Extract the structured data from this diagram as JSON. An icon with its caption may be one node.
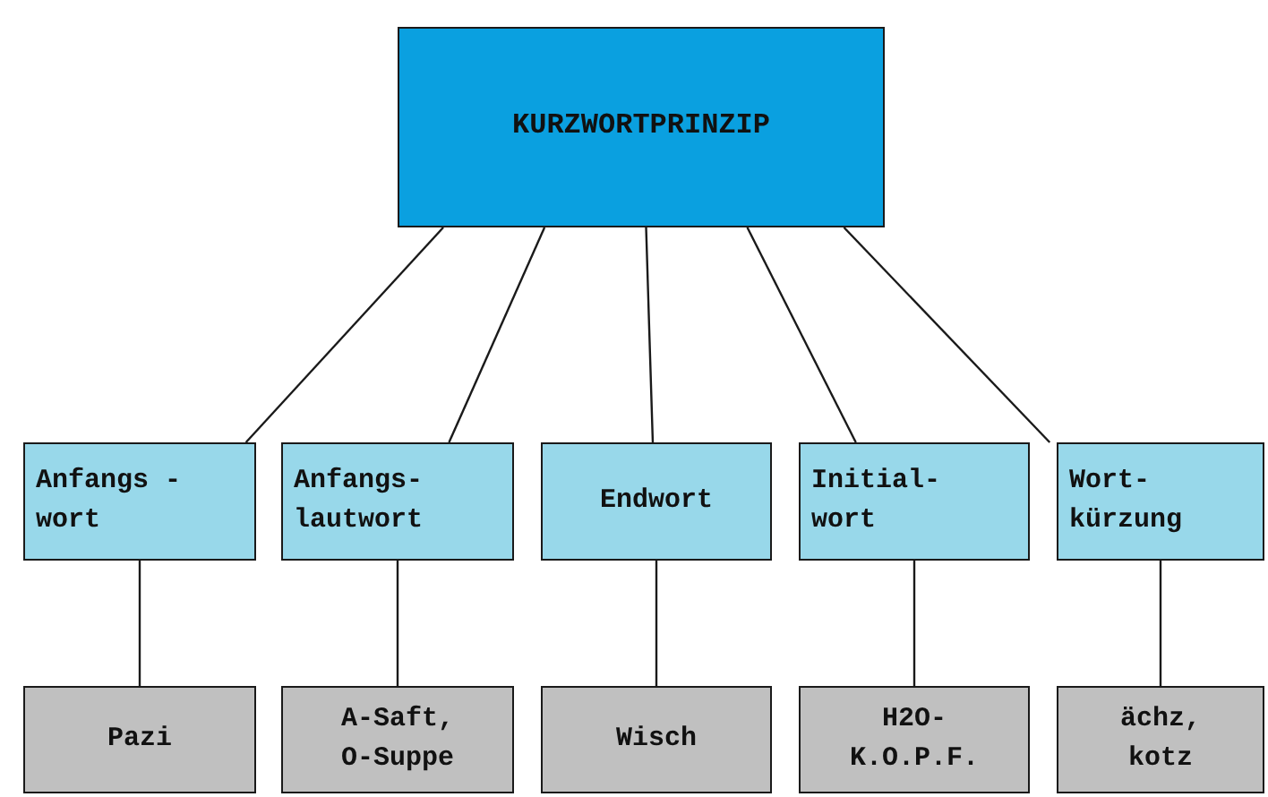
{
  "diagram": {
    "nodes": [
      {
        "text": [
          "KURZWORTPRINZIP"
        ]
      },
      {
        "text": [
          "Anfangs -wort"
        ]
      },
      {
        "text": [
          "Anfangs- lautwort"
        ]
      },
      {
        "text": [
          "Endwort"
        ]
      },
      {
        "text": [
          "Initial- wort"
        ]
      },
      {
        "text": [
          "Wort- kürzung"
        ]
      },
      {
        "text": [
          "Pazi"
        ]
      },
      {
        "text": [
          "A-Saft, O-Suppe"
        ]
      },
      {
        "text": [
          "Wisch"
        ]
      },
      {
        "text": [
          "H2O- K.O.P.F."
        ]
      },
      {
        "text": [
          "ächz, kotz"
        ]
      }
    ],
    "edges": [
      {
        "from": 0,
        "to": 1,
        "arrow": "none"
      },
      {
        "from": 0,
        "to": 2,
        "arrow": "none"
      },
      {
        "from": 0,
        "to": 3,
        "arrow": "none"
      },
      {
        "from": 0,
        "to": 4,
        "arrow": "none"
      },
      {
        "from": 0,
        "to": 5,
        "arrow": "none"
      },
      {
        "from": 1,
        "to": 6,
        "arrow": "none"
      },
      {
        "from": 2,
        "to": 7,
        "arrow": "none"
      },
      {
        "from": 3,
        "to": 8,
        "arrow": "none"
      },
      {
        "from": 4,
        "to": 9,
        "arrow": "none"
      },
      {
        "from": 5,
        "to": 10,
        "arrow": "none"
      }
    ]
  }
}
